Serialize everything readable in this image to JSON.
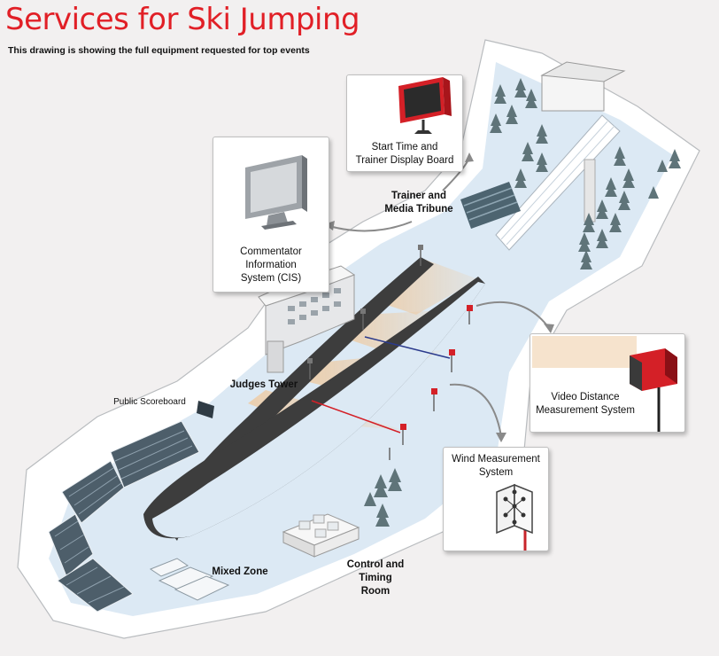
{
  "title": "Services for Ski Jumping",
  "subtitle": "This drawing is showing the full equipment requested for top events",
  "labels": {
    "trainer_tribune": [
      "Trainer and",
      "Media Tribune"
    ],
    "judges_tower": "Judges Tower",
    "public_scoreboard": "Public Scoreboard",
    "mixed_zone": "Mixed Zone",
    "control_room": [
      "Control and",
      "Timing Room"
    ]
  },
  "callouts": {
    "display_board": [
      "Start Time and",
      "Trainer Display Board"
    ],
    "cis": [
      "Commentator",
      "Information",
      "System (CIS)"
    ],
    "video": [
      "Video Distance",
      "Measurement System"
    ],
    "wind": [
      "Wind Measurement",
      "System"
    ]
  },
  "colors": {
    "title": "#e11f26",
    "hill": "#dce9f4",
    "accent_red": "#d42027",
    "barrier": "#3d3d3d",
    "stands": "#4d5e6a"
  }
}
